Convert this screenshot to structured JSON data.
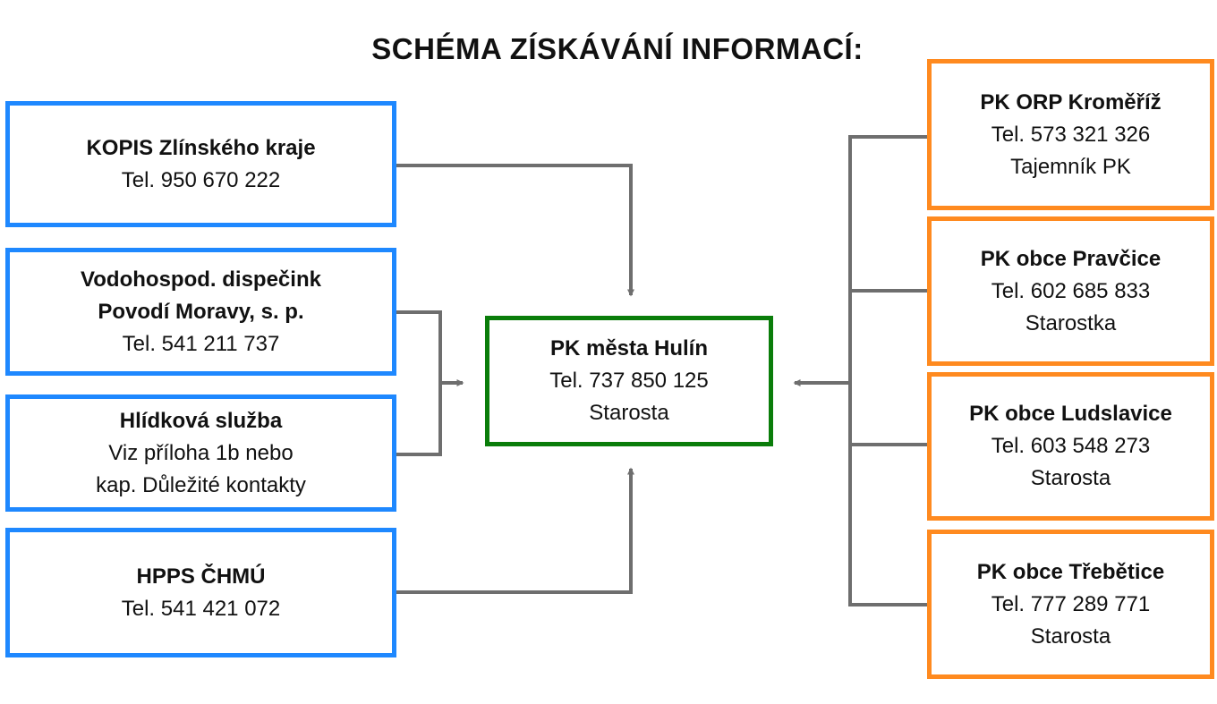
{
  "title": "SCHÉMA ZÍSKÁVÁNÍ INFORMACÍ:",
  "colors": {
    "left_border": "#1e88ff",
    "right_border": "#ff8a1f",
    "center_border": "#0a7d0a",
    "connector": "#6e6e6e"
  },
  "left": [
    {
      "name": "KOPIS Zlínského kraje",
      "lines": [
        "Tel. 950 670 222"
      ]
    },
    {
      "name": "Vodohospod. dispečink",
      "name2": "Povodí Moravy, s. p.",
      "lines": [
        "Tel. 541 211 737"
      ]
    },
    {
      "name": "Hlídková služba",
      "lines": [
        "Viz příloha 1b nebo",
        "kap. Důležité kontakty"
      ]
    },
    {
      "name": "HPPS ČHMÚ",
      "lines": [
        "Tel. 541 421 072"
      ]
    }
  ],
  "center": {
    "name": "PK města Hulín",
    "lines": [
      "Tel. 737 850 125",
      "Starosta"
    ]
  },
  "right": [
    {
      "name": "PK ORP Kroměříž",
      "lines": [
        "Tel. 573 321 326",
        "Tajemník PK"
      ]
    },
    {
      "name": "PK obce Pravčice",
      "lines": [
        "Tel. 602 685 833",
        "Starostka"
      ]
    },
    {
      "name": "PK obce Ludslavice",
      "lines": [
        "Tel. 603 548 273",
        "Starosta"
      ]
    },
    {
      "name": "PK obce Třebětice",
      "lines": [
        "Tel. 777 289 771",
        "Starosta"
      ]
    }
  ]
}
